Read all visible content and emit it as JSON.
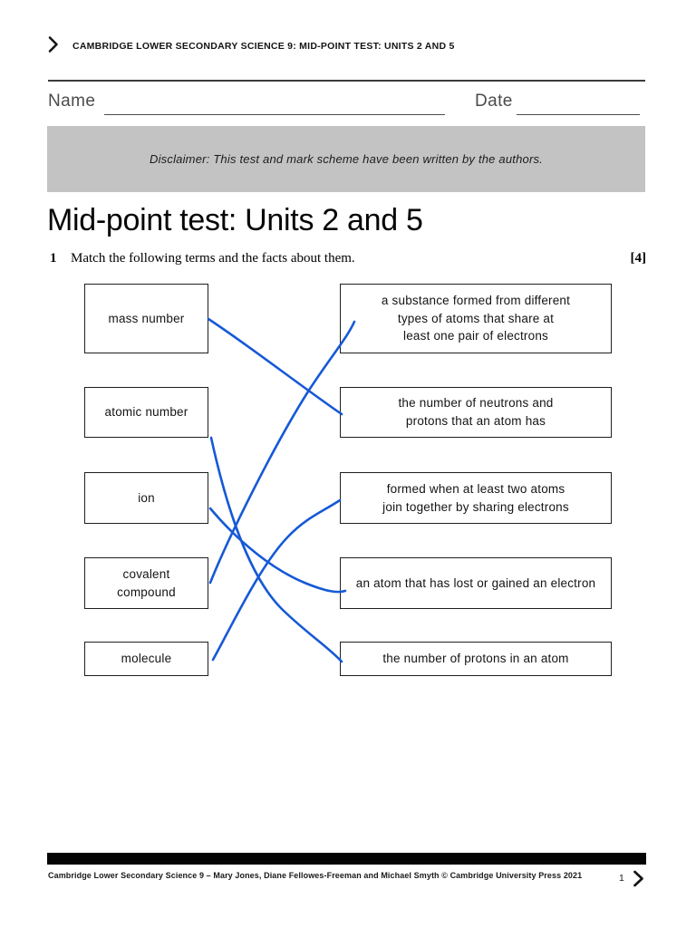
{
  "header": {
    "title": "CAMBRIDGE LOWER SECONDARY SCIENCE 9: MID-POINT TEST: UNITS 2 AND 5"
  },
  "fields": {
    "name_label": "Name",
    "date_label": "Date"
  },
  "disclaimer": "Disclaimer: This test and mark scheme have been written by the authors.",
  "title": "Mid-point test: Units 2 and 5",
  "question": {
    "number": "1",
    "text": "Match the following terms and the facts about them.",
    "marks": "[4]"
  },
  "matching": {
    "terms": [
      "mass number",
      "atomic number",
      "ion",
      "covalent compound",
      "molecule"
    ],
    "facts": [
      "a substance formed from different types of atoms that share at least one pair of electrons",
      "the number of neutrons and protons that an atom has",
      "formed when at least two atoms join together by sharing electrons",
      "an atom that has lost or gained an electron",
      "the number of protons in an atom"
    ],
    "connections": [
      {
        "term_index": 0,
        "fact_index": 1
      },
      {
        "term_index": 1,
        "fact_index": 4
      },
      {
        "term_index": 2,
        "fact_index": 3
      },
      {
        "term_index": 3,
        "fact_index": 0
      },
      {
        "term_index": 4,
        "fact_index": 2
      }
    ],
    "line_color": "#1659d6"
  },
  "footer": {
    "credit": "Cambridge Lower Secondary Science 9 – Mary Jones, Diane Fellowes-Freeman and Michael Smyth © Cambridge University Press 2021",
    "page_number": "1"
  }
}
